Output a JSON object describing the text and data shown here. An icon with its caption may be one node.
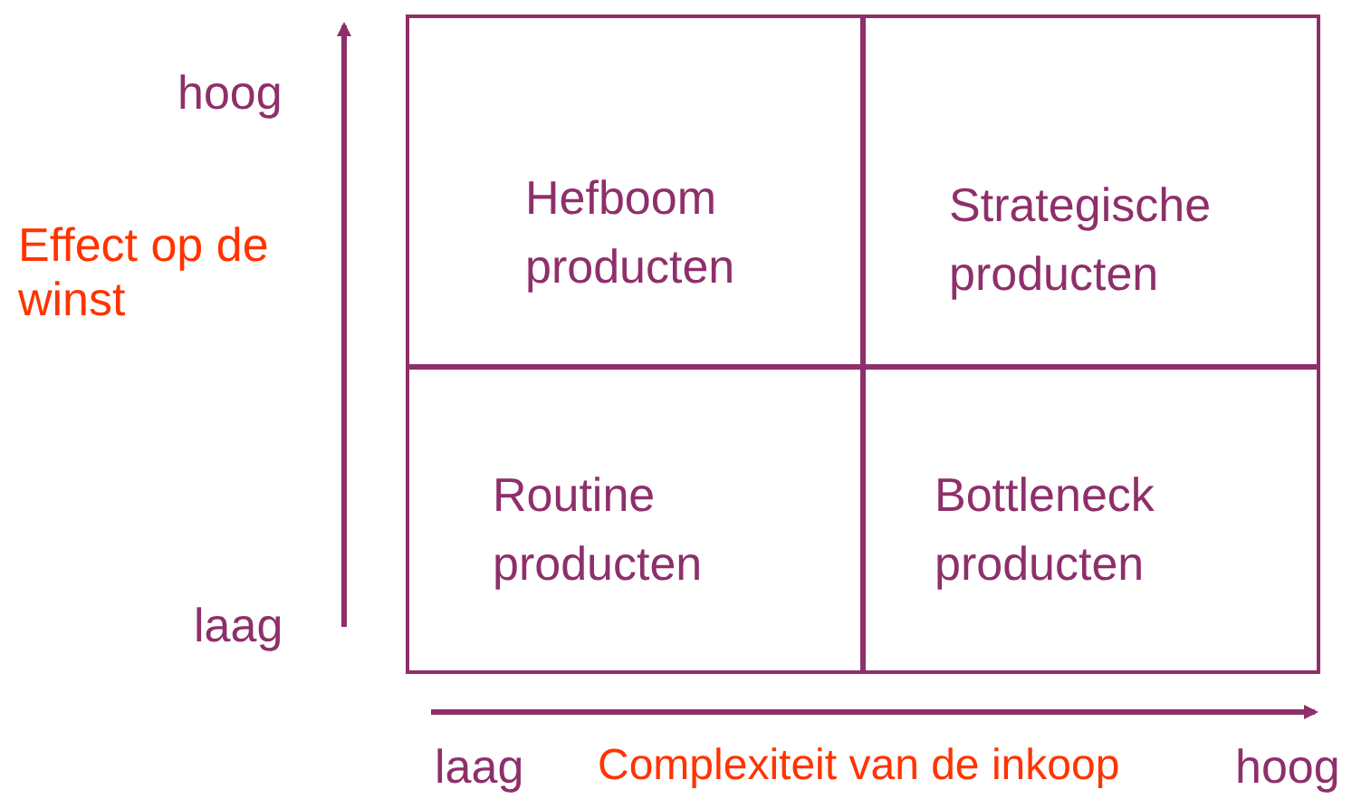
{
  "diagram": {
    "nodes": [
      {
        "text": [
          "Hefboom producten"
        ]
      },
      {
        "text": [
          "Strategische producten"
        ]
      },
      {
        "text": [
          "Routine producten"
        ]
      },
      {
        "text": [
          "Bottleneck producten"
        ]
      }
    ],
    "labels": [
      "hoog",
      "Effect op de winst",
      "laag",
      "laag",
      "Complexiteit van de inkoop",
      "hoog"
    ]
  }
}
